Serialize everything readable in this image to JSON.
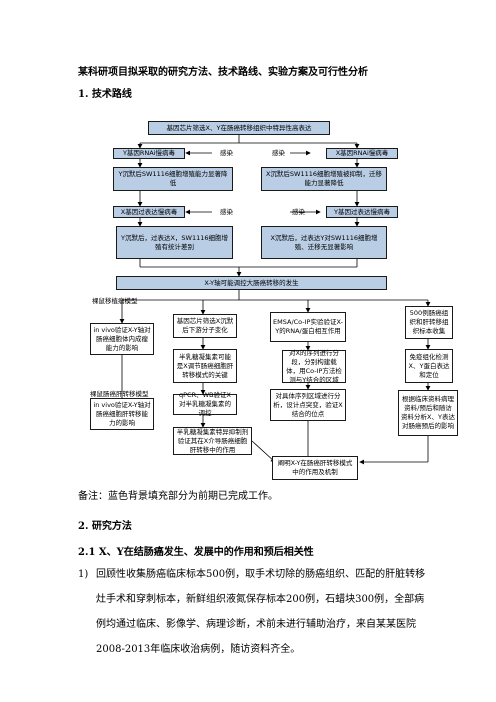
{
  "doc": {
    "heading": "某科研项目拟采取的研究方法、技术路线、实验方案及可行性分析",
    "section1": "1.  技术路线",
    "note": "备注：蓝色背景填充部分为前期已完成工作。",
    "section2": "2.  研究方法",
    "subsection": "2.1 X、Y在结肠癌发生、发展中的作用和预后相关性",
    "item1_num": "1)",
    "item1_lines": [
      "回顾性收集肠癌临床标本500例，取手术切除的肠癌组织、匹配的肝脏转移",
      "灶手术和穿刺标本，新鲜组织液氮保存标本200例，石蜡块300例，全部病",
      "例均通过临床、影像学、病理诊断，术前未进行辅助治疗，来自某某医院",
      "2008-2013年临床收治病例，随访资料齐全。"
    ]
  },
  "flow": {
    "top": "基因芯片筛选X、Y在肠癌转移组织中特异性高表达",
    "y_rnai": "Y基因RNAi慢病毒",
    "x_rnai": "X基因RNAi慢病毒",
    "infect": "感染",
    "y_sw": "Y沉默后SW1116细胞增殖能力显著降低",
    "x_sw": "X沉默后SW1116细胞增殖被抑制，迁移能力显著降低",
    "x_over": "X基因过表达慢病毒",
    "y_over": "Y基因过表达慢病毒",
    "y_sw2": "Y沉默后，过表达X，SW1116细胞增殖有统计差别",
    "x_sw2": "X沉默后，过表达Y对SW1116细胞增殖、迁移无显著影响",
    "xy": "X-Y轴可能调控大肠癌转移的发生",
    "model1": "裸鼠移植瘤模型",
    "model2": "裸鼠肠癌肝转移模型",
    "invivo1": "in vivo验证X-Y轴对肠癌细胞体内成瘤能力的影响",
    "chip": "基因芯片筛选X沉默后下游分子变化",
    "emsa": "EMSA/Co-IP实验验证X-Y的RNA/蛋白相互作用",
    "samples": "500例肠癌组织和肝转移组织标本收集",
    "semi1": "半乳糖凝集素可能是X调节肠癌细胞肝转移模式的关键",
    "seq": "对X的序列进行分段，分别构建载体，用Co-IP方法检测与Y结合的区域",
    "ihc": "免疫组化检测X、Y蛋白表达和定位",
    "qpcr": "qPCR、WB验证X对半乳糖凝集素的调控",
    "mutant": "对具体序列区域进行分析，设计点突变，验证X结合的位点",
    "clinical": "根据临床资料病理资料/预后和随访资料分析X、Y表达对肠癌预后的影响",
    "invivo2": "in vivo验证X-Y轴对肠癌细胞肝转移能力的影响",
    "semi2": "半乳糖凝集素特异抑制剂验证其在X介导肠癌细胞肝转移中的作用",
    "final": "阐明X-Y在肠癌肝转移模式中的作用及机制"
  }
}
